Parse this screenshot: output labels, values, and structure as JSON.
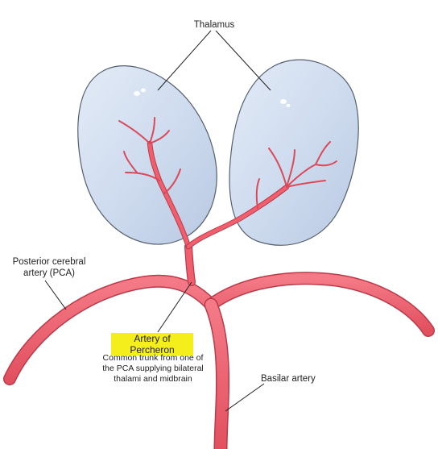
{
  "labels": {
    "thalamus": "Thalamus",
    "pca_line1": "Posterior cerebral",
    "pca_line2": "artery (PCA)",
    "percheron": "Artery of Percheron",
    "desc_line1": "Common trunk from one of",
    "desc_line2": "the PCA supplying bilateral",
    "desc_line3": "thalami and midbrain",
    "basilar": "Basilar artery"
  },
  "colors": {
    "artery_fill": "#ef5f6e",
    "artery_stroke": "#b93a49",
    "thalamus_fill": "#cfdcef",
    "thalamus_stroke": "#55606e",
    "highlight": "#f4ee1c",
    "leader_line": "#222222"
  }
}
